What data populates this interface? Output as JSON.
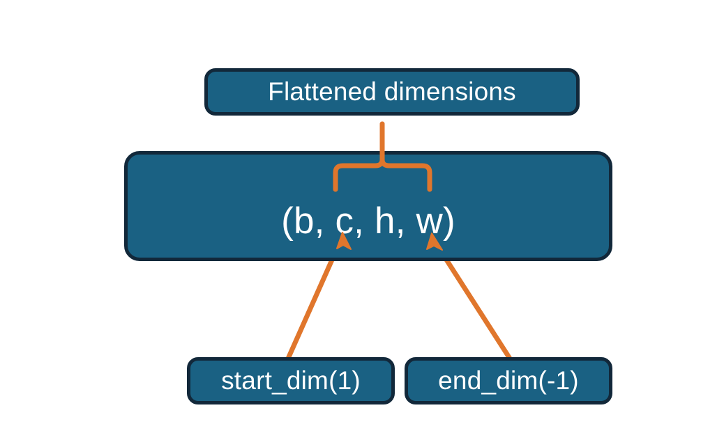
{
  "diagram": {
    "title_node": {
      "label": "Flattened dimensions"
    },
    "shape_node": {
      "label": "(b, c, h, w)"
    },
    "start_node": {
      "label": "start_dim(1)"
    },
    "end_node": {
      "label": "end_dim(-1)"
    },
    "annotations": {
      "brace_icon": "curly-brace-up-icon",
      "arrow_start_icon": "arrow-up-right-icon",
      "arrow_end_icon": "arrow-up-left-icon"
    },
    "colors": {
      "node_fill": "#1a6183",
      "node_border": "#12283a",
      "node_text": "#ffffff",
      "accent_orange": "#e0762c",
      "background": "#ffffff"
    }
  }
}
